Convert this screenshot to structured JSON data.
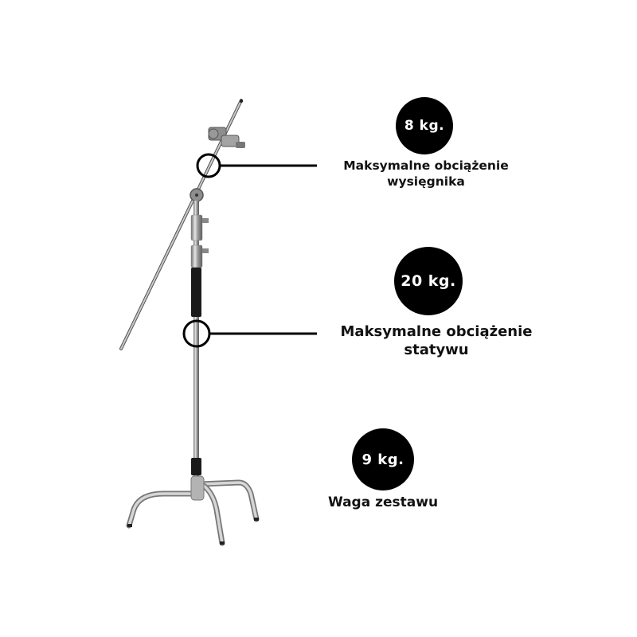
{
  "specs": [
    {
      "id": "boom",
      "badge": "8 kg.",
      "label_line1": "Maksymalne obciążenie",
      "label_line2": "wysięgnika"
    },
    {
      "id": "stand",
      "badge": "20 kg.",
      "label_line1": "Maksymalne obciążenie",
      "label_line2": "statywu"
    },
    {
      "id": "weight",
      "badge": "9 kg.",
      "label_line1": "Waga zestawu",
      "label_line2": ""
    }
  ],
  "colors": {
    "background": "#ffffff",
    "badge": "#000000",
    "badge_text": "#ffffff",
    "label_text": "#111111",
    "callout_line": "#000000",
    "metal": "#b8b8b8",
    "grip": "#1a1a1a"
  }
}
